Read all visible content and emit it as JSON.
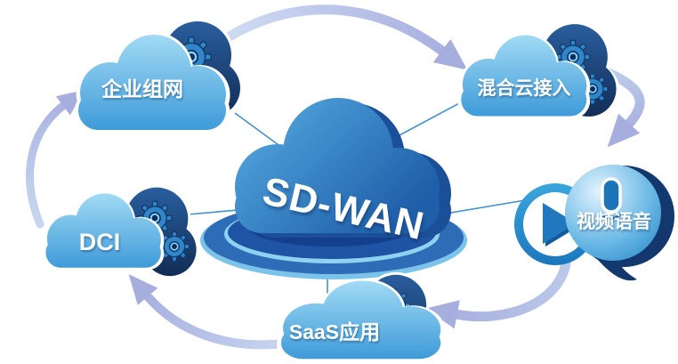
{
  "diagram": {
    "type": "hub-and-spoke-cycle",
    "hub": {
      "id": "sd-wan",
      "label": "SD-WAN"
    },
    "nodes": [
      {
        "id": "enterprise-networking",
        "label": "企业组网"
      },
      {
        "id": "hybrid-cloud-access",
        "label": "混合云接入"
      },
      {
        "id": "video-voice",
        "label": "视频语音"
      },
      {
        "id": "saas-apps",
        "label": "SaaS应用"
      },
      {
        "id": "dci",
        "label": "DCI"
      }
    ],
    "cycle_edges": [
      {
        "from": "enterprise-networking",
        "to": "hybrid-cloud-access"
      },
      {
        "from": "hybrid-cloud-access",
        "to": "video-voice"
      },
      {
        "from": "video-voice",
        "to": "saas-apps"
      },
      {
        "from": "saas-apps",
        "to": "dci"
      },
      {
        "from": "dci",
        "to": "enterprise-networking"
      }
    ],
    "hub_links": [
      "enterprise-networking",
      "hybrid-cloud-access",
      "video-voice",
      "saas-apps",
      "dci"
    ],
    "icons": [
      "cloud-icon",
      "gear-icon",
      "play-icon",
      "microphone-icon",
      "speech-bubble-icon"
    ],
    "colors": {
      "background": "#ffffff",
      "cloud_light_top": "#a4dcf5",
      "cloud_light_bottom": "#3e9bd9",
      "cloud_dark_top": "#2a5f9e",
      "cloud_dark_bottom": "#102c55",
      "gear": "#2f86c8",
      "hub_cloud_top": "#55abe2",
      "hub_cloud_bottom": "#1f5fa9",
      "platform_face": "#2f6cb7",
      "platform_dark": "#143f8c",
      "platform_rim": "#8ed2f0",
      "arrow_tail": "#cfdcf3",
      "arrow_head": "#a6aede",
      "connector_line": "#3e93d6",
      "label_text": "#ffffff"
    }
  }
}
